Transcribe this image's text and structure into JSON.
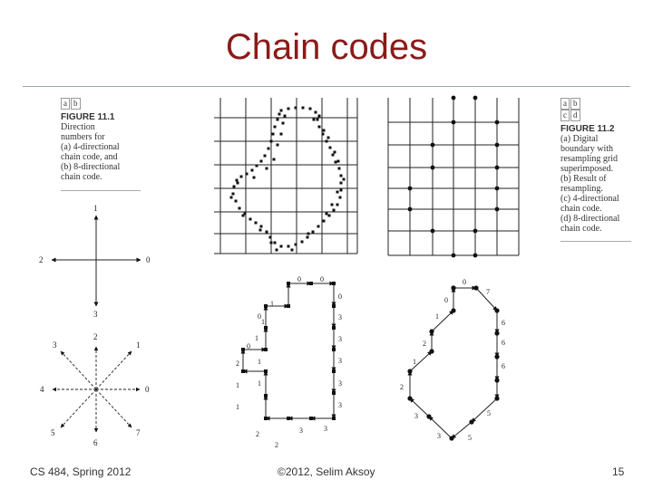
{
  "slide": {
    "title": "Chain codes"
  },
  "figure_11_1": {
    "panel_labels": [
      "a",
      "b"
    ],
    "label": "FIGURE 11.1",
    "lines": [
      "Direction",
      "numbers for",
      "(a) 4-directional",
      "chain code, and",
      "(b) 8-directional",
      "chain code."
    ],
    "four_dir_numbers": [
      "1",
      "2",
      "0",
      "3"
    ],
    "eight_dir_numbers": [
      "2",
      "3",
      "1",
      "4",
      "0",
      "5",
      "7",
      "6"
    ]
  },
  "figure_11_2": {
    "panel_labels": [
      "a",
      "b",
      "c",
      "d"
    ],
    "label": "FIGURE 11.2",
    "lines": [
      "(a) Digital",
      "boundary with",
      "resampling grid",
      "superimposed.",
      "(b) Result of",
      "resampling.",
      "(c) 4-directional",
      "chain code.",
      "(d) 8-directional",
      "chain code."
    ]
  },
  "chain4_labels": [
    "0",
    "0",
    "0",
    "3",
    "3",
    "3",
    "3",
    "3",
    "3",
    "3",
    "2",
    "2",
    "2",
    "1",
    "1",
    "1",
    "1",
    "1",
    "0",
    "1",
    "0",
    "1"
  ],
  "chain8_labels": [
    "0",
    "7",
    "6",
    "6",
    "6",
    "5",
    "5",
    "3",
    "3",
    "2",
    "1",
    "2",
    "1",
    "0"
  ],
  "footer": {
    "left": "CS 484, Spring 2012",
    "center": "©2012, Selim Aksoy",
    "right": "15"
  }
}
